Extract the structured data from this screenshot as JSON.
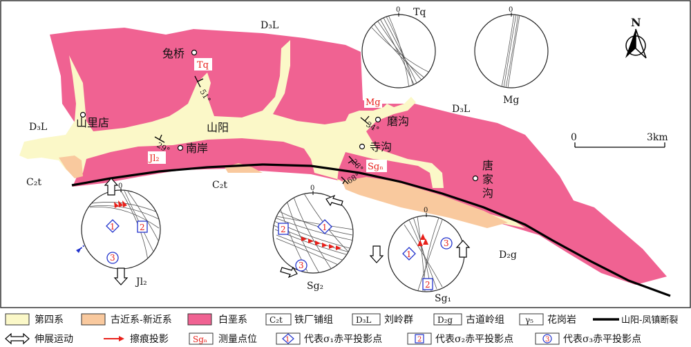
{
  "map": {
    "colors": {
      "quaternary": "#fbf8c8",
      "paleogene_neogene": "#f9c99e",
      "cretaceous": "#f06292",
      "fault": "#000000",
      "slip_arrow": "#e8201a",
      "label_red": "#e8201a"
    },
    "unit_labels": {
      "d3l_top": "D₃L",
      "d3l_left": "D₃L",
      "d3l_right": "D₃L",
      "c2t_left": "C₂t",
      "c2t_mid": "C₂t",
      "d2g": "D₂g"
    },
    "places": {
      "tuqiao": "兔桥",
      "shanlidian": "山里店",
      "shanyang": "山阳",
      "nanan": "南岸",
      "mogou": "磨沟",
      "sigou": "寺沟",
      "tangjiagou": "唐家沟"
    },
    "stations": {
      "tq": "Tq",
      "mg": "Mg",
      "jl2": "Jl₂",
      "sgn": "Sgₙ"
    },
    "dips": {
      "d1": "51°",
      "d2": "29°",
      "d3": "34°",
      "d4": "28°",
      "d5": "68°"
    },
    "stereonets": {
      "north_label": "0",
      "net_tq": "Tq",
      "net_mg": "Mg",
      "net_jl2": "Jl₂",
      "net_sg2": "Sg₂",
      "net_sg1": "Sg₁",
      "sigma1": "1",
      "sigma2": "2",
      "sigma3": "3"
    },
    "north_arrow": "N",
    "scale": {
      "start": "0",
      "end": "3km"
    }
  },
  "legend": {
    "row1": {
      "quaternary": "第四系",
      "paleogene_neogene": "古近系-新近系",
      "cretaceous": "白垩系",
      "c2t_code": "C₂t",
      "c2t_name": "铁厂铺组",
      "d3l_code": "D₃L",
      "d3l_name": "刘岭群",
      "d2g_code": "D₂g",
      "d2g_name": "古道岭组",
      "granite_code": "γ₅",
      "granite_name": "花岗岩",
      "fault_name": "山阳-凤镇断裂"
    },
    "row2": {
      "extension": "伸展运动",
      "slip": "擦痕投影",
      "station_code": "Sgₙ",
      "station_name": "测量点位",
      "s1_num": "1",
      "s1_name": "代表σ₁赤平投影点",
      "s2_num": "2",
      "s2_name": "代表σ₂赤平投影点",
      "s3_num": "3",
      "s3_name": "代表σ₃赤平投影点"
    }
  }
}
